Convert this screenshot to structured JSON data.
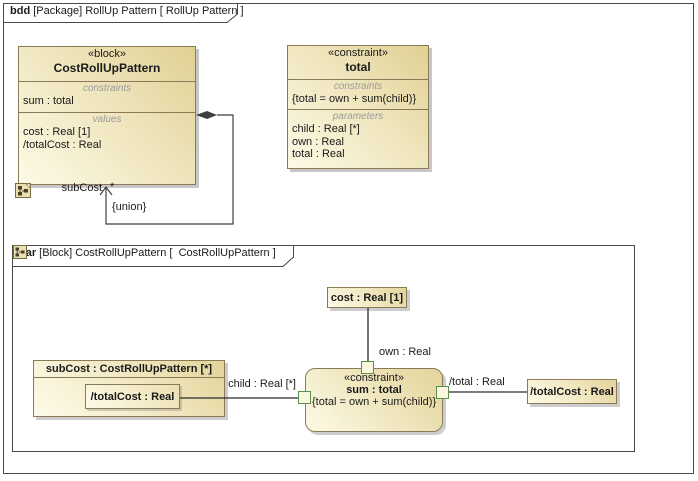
{
  "diagram_tab": {
    "kind": "bdd",
    "rest": " [Package] RollUp Pattern [ RollUp Pattern ]"
  },
  "block": {
    "stereotype": "«block»",
    "name": "CostRollUpPattern",
    "constraints_label": "constraints",
    "constraints": [
      "sum : total"
    ],
    "values_label": "values",
    "values": [
      "cost : Real [1]",
      "/totalCost : Real"
    ]
  },
  "constraint_block": {
    "stereotype": "«constraint»",
    "name": "total",
    "constraints_label": "constraints",
    "constraints": [
      "{total = own + sum(child)}"
    ],
    "parameters_label": "parameters",
    "parameters": [
      "child : Real [*]",
      "own : Real",
      "total : Real"
    ]
  },
  "association": {
    "end_name": "subCost",
    "multiplicity": "*",
    "constraint": "{union}"
  },
  "par_tab": {
    "kind": "par",
    "before_icon": " [Block] CostRollUpPattern [ ",
    "after_icon": " CostRollUpPattern ]"
  },
  "par": {
    "cost_box": "cost : Real [1]",
    "constraint_property": {
      "stereotype": "«constraint»",
      "name": "sum : total",
      "expression": "{total = own + sum(child)}"
    },
    "subcost_part": {
      "title": "subCost : CostRollUpPattern [*]",
      "inner_value": "/totalCost : Real"
    },
    "totalcost_box": "/totalCost : Real",
    "labels": {
      "own": "own : Real",
      "child": "child : Real [*]",
      "total": "/total : Real"
    }
  },
  "colors": {
    "node_fill_dark": "#e0d093",
    "node_fill_light": "#fdfae6",
    "node_border": "#8a7a57",
    "port_fill": "#f8f8dc",
    "port_border": "#5e8e4e",
    "frame_border": "#4a4a4a",
    "wire": "#3f3f3f"
  }
}
